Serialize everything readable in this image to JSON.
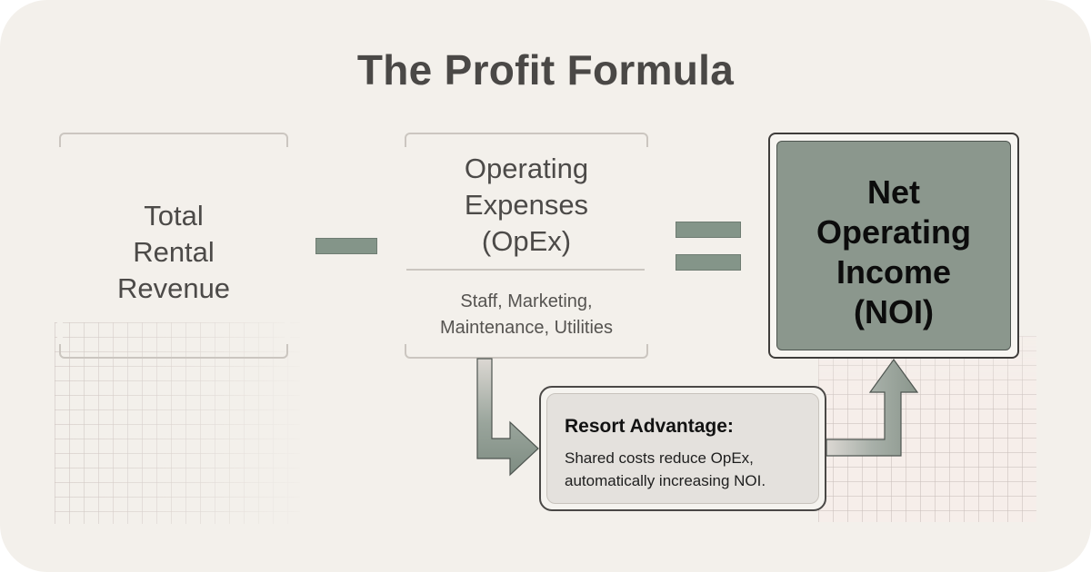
{
  "title": "The Profit Formula",
  "formula": {
    "revenue": {
      "label": "Total Rental Revenue",
      "lines": [
        "Total",
        "Rental",
        "Revenue"
      ]
    },
    "minus_operator": "−",
    "opex": {
      "label": "Operating Expenses (OpEx)",
      "lines": [
        "Operating",
        "Expenses",
        "(OpEx)"
      ],
      "detail_lines": [
        "Staff, Marketing,",
        "Maintenance, Utilities"
      ]
    },
    "equals_operator": "=",
    "noi": {
      "label": "Net Operating Income (NOI)",
      "lines": [
        "Net",
        "Operating",
        "Income",
        "(NOI)"
      ]
    }
  },
  "callout": {
    "title": "Resort Advantage:",
    "body_lines": [
      "Shared costs reduce OpEx,",
      "automatically increasing NOI."
    ]
  },
  "flow": [
    {
      "from": "Operating Expenses (OpEx)",
      "to": "Resort Advantage",
      "icon": "arrow-down-right-icon"
    },
    {
      "from": "Resort Advantage",
      "to": "Net Operating Income (NOI)",
      "icon": "arrow-right-up-icon"
    }
  ],
  "colors": {
    "background": "#f3f0eb",
    "accent_green": "#849589",
    "noi_fill": "#8b978d",
    "title_text": "#4a4846",
    "box_border": "#cbc6c0"
  }
}
